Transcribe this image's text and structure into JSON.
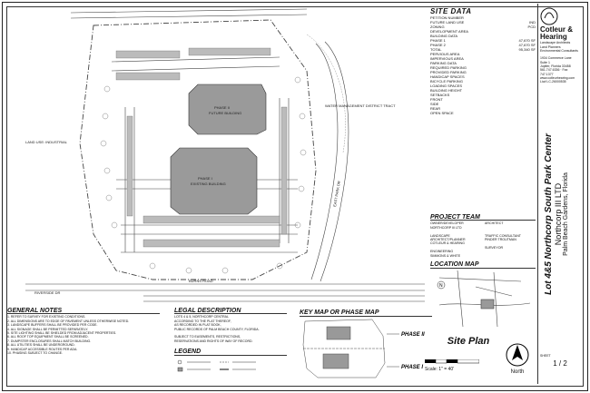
{
  "site_data": {
    "title": "SITE DATA",
    "rows": [
      {
        "label": "PETITION NUMBER",
        "value": ""
      },
      {
        "label": "FUTURE LAND USE",
        "value": "IND"
      },
      {
        "label": "ZONING",
        "value": "PCD"
      },
      {
        "label": "DEVELOPMENT AREA",
        "value": ""
      },
      {
        "label": "BUILDING DATA",
        "value": ""
      },
      {
        "label": "PHASE 1",
        "value": "47,670 SF"
      },
      {
        "label": "PHASE 2",
        "value": "47,670 SF"
      },
      {
        "label": "TOTAL",
        "value": "95,340 SF"
      },
      {
        "label": "PERVIOUS AREA",
        "value": ""
      },
      {
        "label": "IMPERVIOUS AREA",
        "value": ""
      },
      {
        "label": "PARKING DATA",
        "value": ""
      },
      {
        "label": "REQUIRED PARKING",
        "value": ""
      },
      {
        "label": "PROVIDED PARKING",
        "value": ""
      },
      {
        "label": "HANDICAP SPACES",
        "value": ""
      },
      {
        "label": "BICYCLE PARKING",
        "value": ""
      },
      {
        "label": "LOADING SPACES",
        "value": ""
      },
      {
        "label": "BUILDING HEIGHT",
        "value": ""
      },
      {
        "label": "SETBACKS",
        "value": ""
      },
      {
        "label": "FRONT",
        "value": ""
      },
      {
        "label": "SIDE",
        "value": ""
      },
      {
        "label": "REAR",
        "value": ""
      },
      {
        "label": "OPEN SPACE",
        "value": ""
      }
    ]
  },
  "project_team": {
    "title": "PROJECT TEAM",
    "col1": [
      "OWNER/DEVELOPER",
      "NORTHCORP III LTD",
      "",
      "LANDSCAPE ARCHITECT/PLANNER",
      "COTLEUR & HEARING",
      "",
      "ENGINEERING",
      "SIMMONS & WHITE"
    ],
    "col2": [
      "ARCHITECT",
      "",
      "",
      "TRAFFIC CONSULTANT",
      "PINDER TROUTMAN",
      "",
      "SURVEYOR",
      ""
    ]
  },
  "location_map": {
    "title": "LOCATION MAP",
    "label_n": "N"
  },
  "general_notes": {
    "title": "GENERAL NOTES",
    "lines": [
      "1. REFER TO SURVEY FOR EXISTING CONDITIONS.",
      "2. ALL DIMENSIONS ARE TO EDGE OF PAVEMENT UNLESS OTHERWISE NOTED.",
      "3. LANDSCAPE BUFFERS SHALL BE PROVIDED PER CODE.",
      "4. ALL SIGNAGE SHALL BE PERMITTED SEPARATELY.",
      "5. SITE LIGHTING SHALL BE SHIELDED FROM ADJACENT PROPERTIES.",
      "6. ALL ROOF TOP EQUIPMENT SHALL BE SCREENED.",
      "7. DUMPSTER ENCLOSURES SHALL MATCH BUILDING.",
      "8. ALL UTILITIES SHALL BE UNDERGROUND.",
      "9. HANDICAP ACCESSIBLE ROUTES PER ADA.",
      "10. PHASING SUBJECT TO CHANGE."
    ]
  },
  "legal": {
    "title": "LEGAL DESCRIPTION",
    "lines": [
      "LOTS 4 & 5, NORTHCORP CENTRAL",
      "ACCORDING TO THE PLAT THEREOF,",
      "AS RECORDED IN PLAT BOOK,",
      "PUBLIC RECORDS OF PALM BEACH COUNTY, FLORIDA.",
      "",
      "SUBJECT TO EASEMENTS, RESTRICTIONS,",
      "RESERVATIONS AND RIGHTS OF WAY OF RECORD."
    ]
  },
  "legend": {
    "title": "LEGEND"
  },
  "key_map": {
    "title": "KEY MAP OR PHASE MAP",
    "phase2": "PHASE II",
    "phase1": "PHASE I"
  },
  "site_plan": {
    "title": "Site Plan",
    "scale": "Scale: 1\" = 40'",
    "north": "North"
  },
  "plan_labels": {
    "phase2": "PHASE II",
    "phase2_sub": "FUTURE BUILDING",
    "phase1": "PHASE I",
    "phase1_sub": "EXISTING BUILDING",
    "riverside": "RIVERSIDE DR",
    "burns": "BURNS ROAD",
    "east_park": "EAST PARK DR",
    "land_ind": "LAND USE: INDUSTRIAL",
    "water_mgmt": "WATER MANAGEMENT DISTRICT TRACT"
  },
  "title_block": {
    "firm": "Cotleur & Hearing",
    "firm_lines": [
      "Landscape Architects",
      "Land Planners",
      "Environmental Consultants",
      "",
      "1934 Commerce Lane",
      "Suite 1",
      "Jupiter, Florida 33458",
      "561.747.6336 · Fax 747.1377",
      "www.cotleurhearing.com",
      "Lic# LC-26000535"
    ],
    "project": "Lot 4&5 Northcorp South Park Center",
    "client": "Northcorp III LTD",
    "location": "Palm Beach Gardens, Florida",
    "sheet_label": "SHEET",
    "sheet_num": "1",
    "sheet_of": "2"
  }
}
